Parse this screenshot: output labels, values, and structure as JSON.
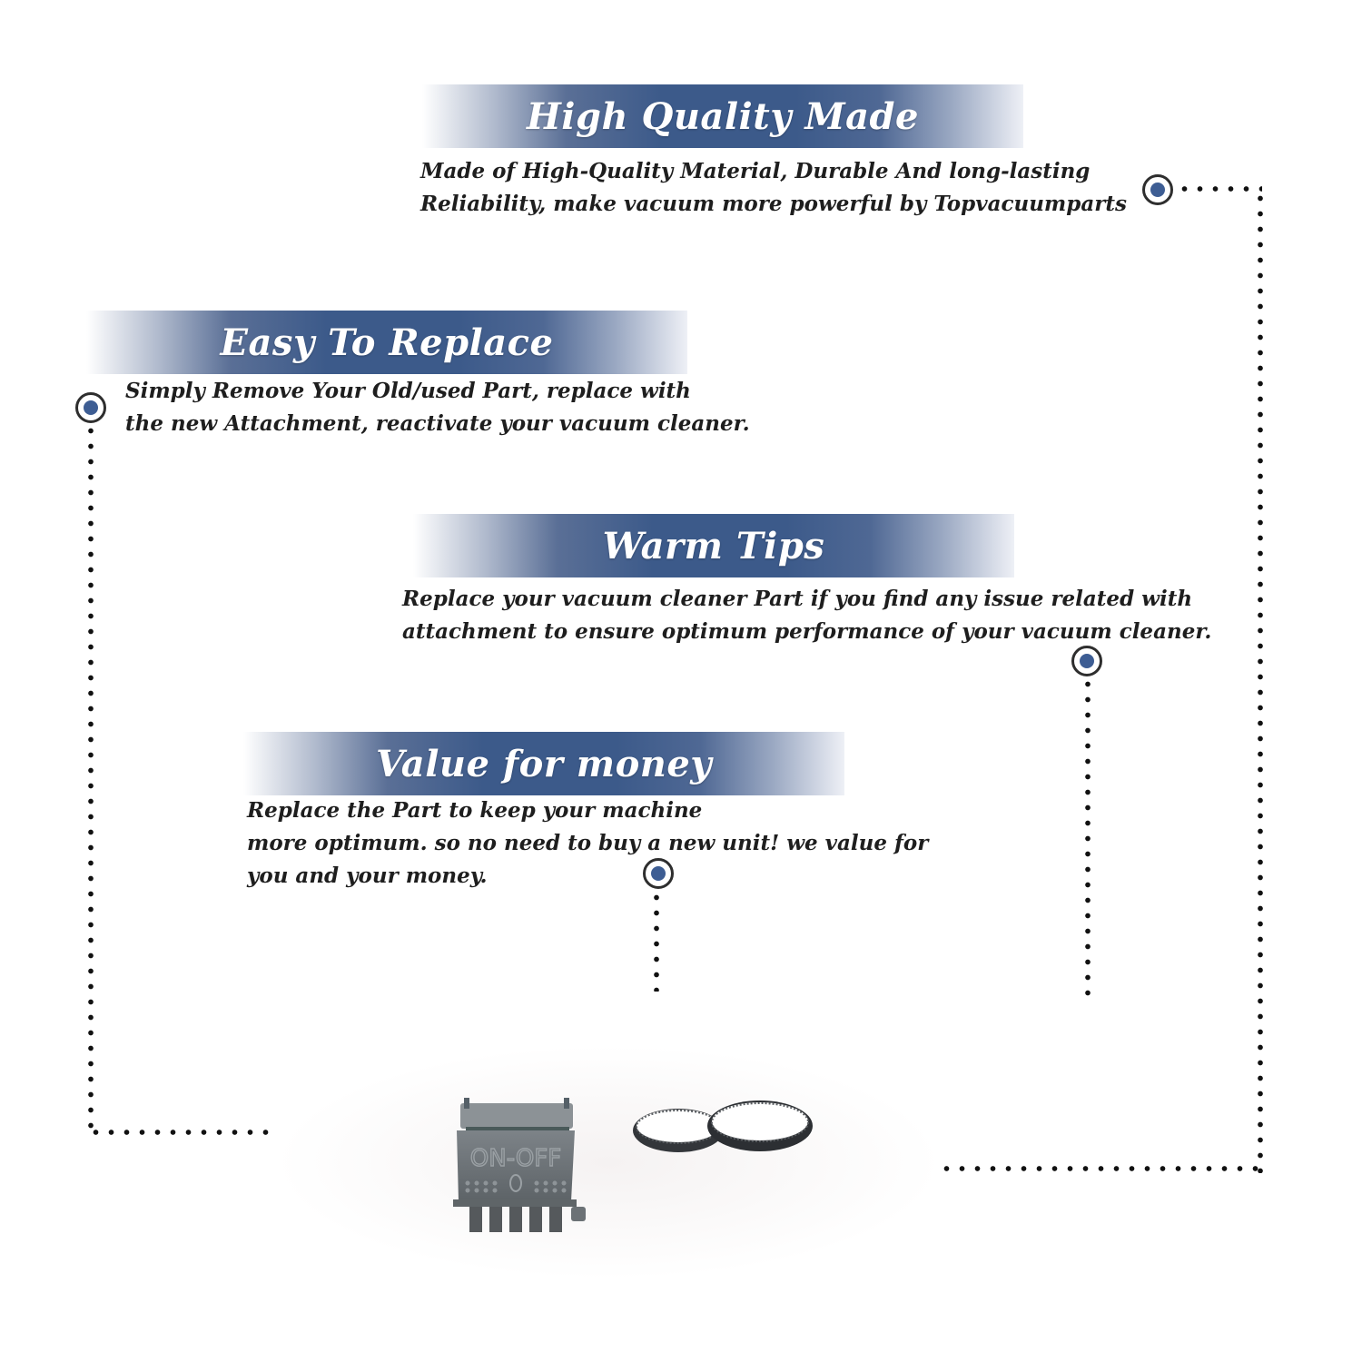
{
  "sections": {
    "quality": {
      "title": "High Quality Made",
      "lines": [
        "Made of  High-Quality Material, Durable And long-lasting",
        "Reliability, make vacuum more powerful by Topvacuumparts"
      ]
    },
    "replace": {
      "title": "Easy To Replace",
      "lines": [
        "Simply Remove Your Old/used Part, replace with",
        "the new Attachment, reactivate your vacuum cleaner."
      ]
    },
    "tips": {
      "title": "Warm Tips",
      "lines": [
        "Replace your vacuum cleaner Part if you find any issue related with",
        " attachment to ensure optimum performance of your vacuum cleaner."
      ]
    },
    "value": {
      "title": "Value for money",
      "lines": [
        "Replace the Part to keep your machine",
        "more optimum. so no need to buy a new unit! we value for",
        "you and your money."
      ]
    }
  },
  "product": {
    "switch_label": "ON-OFF"
  },
  "colors": {
    "banner_blue": "#3c5a8a",
    "marker_fill": "#3d5d93",
    "text": "#1e1e1e",
    "switch_gray": "#6f7478",
    "belt_dark": "#2c2f33"
  }
}
